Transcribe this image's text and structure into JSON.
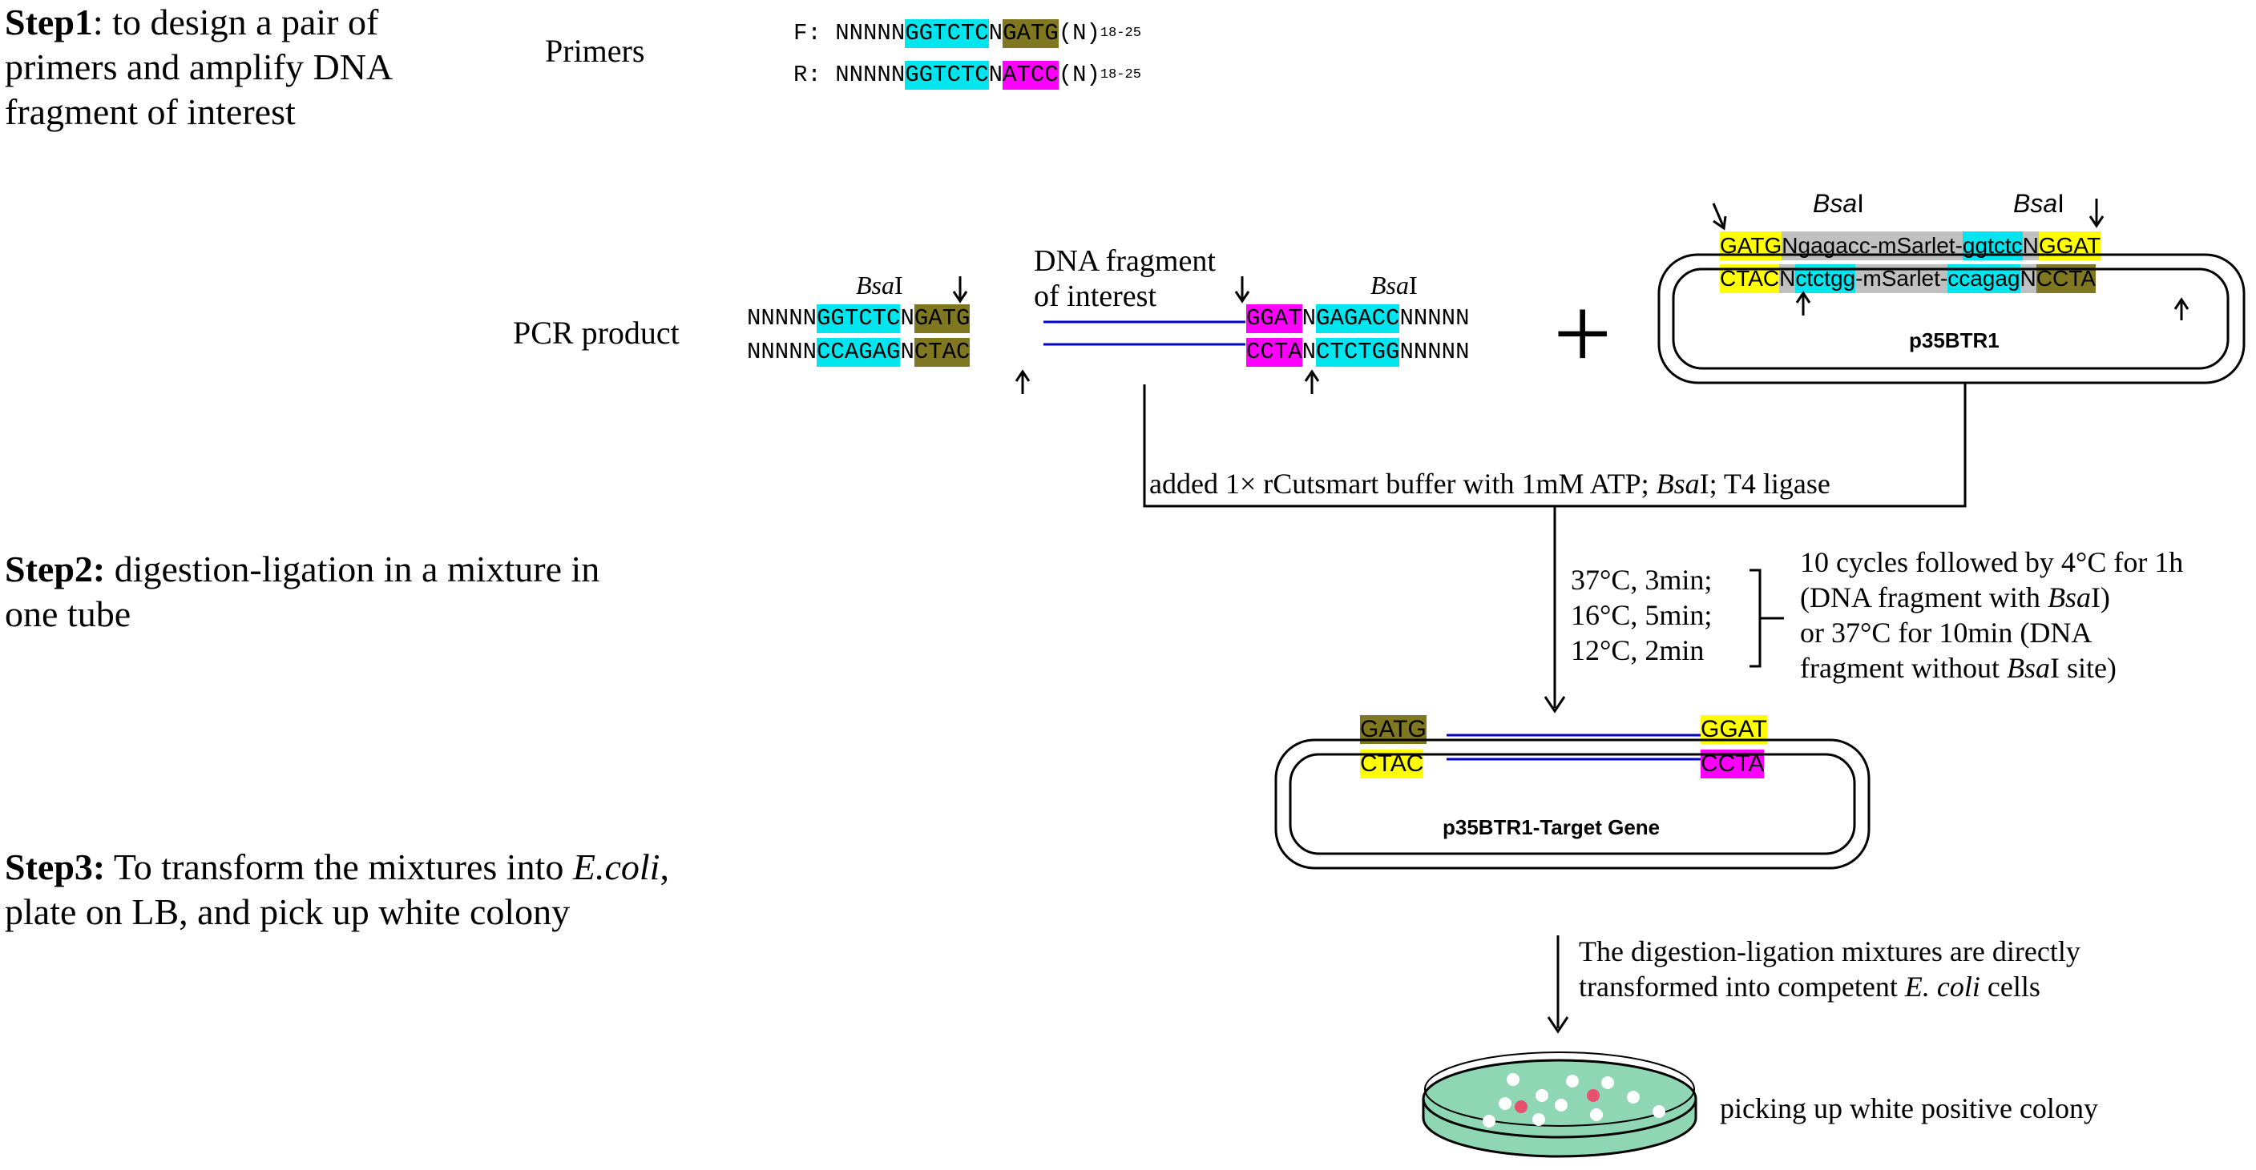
{
  "steps": {
    "step1_label": "Step1",
    "step1_text_line1": ": to design a pair of",
    "step1_text_line2": "primers and amplify DNA",
    "step1_text_line3": "fragment of interest",
    "step2_label": "Step2:",
    "step2_text_line1": " digestion-ligation in a mixture in",
    "step2_text_line2": "one tube",
    "step3_label": "Step3:",
    "step3_text_line1a": " To transform the mixtures into ",
    "step3_text_line1b": "E.coli",
    "step3_text_line1c": ",",
    "step3_text_line2": "plate on LB, and pick up white colony"
  },
  "primers": {
    "label": "Primers",
    "forward": {
      "prefix": "F: NNNNN",
      "site": "GGTCTC",
      "n": "N",
      "overhang": "GATG",
      "tail": "(N)",
      "sub": "18-25"
    },
    "reverse": {
      "prefix": "R: NNNNN",
      "site": "GGTCTC",
      "n": "N",
      "overhang": "ATCC",
      "tail": "(N)",
      "sub": "18-25"
    }
  },
  "pcr": {
    "label": "PCR product",
    "bsai_left": "Bsa",
    "bsai_left_suffix": "I",
    "fragment_label_line1": "DNA fragment",
    "fragment_label_line2": "of interest",
    "bsai_right": "Bsa",
    "bsai_right_suffix": "I",
    "top_left": {
      "n5": "NNNNN",
      "site": "GGTCTC",
      "n": "N",
      "overhang": "GATG"
    },
    "bottom_left": {
      "n5": "NNNNN",
      "site": "CCAGAG",
      "n": "N",
      "overhang": "CTAC"
    },
    "top_right": {
      "overhang": "GGAT",
      "n": "N",
      "site": "GAGACC",
      "n5": "NNNNN"
    },
    "bottom_right": {
      "overhang": "CCTA",
      "n": "N",
      "site": "CTCTGG",
      "n5": "NNNNN"
    }
  },
  "plus": "+",
  "vector": {
    "name": "p35BTR1",
    "bsai_1": "Bsa",
    "bsai_1_suffix": "I",
    "bsai_2": "Bsa",
    "bsai_2_suffix": "I",
    "top": {
      "o1": "GATG",
      "n1": "N",
      "s1": "gagacc",
      "mid": "-mSarlet-",
      "s2": "ggtctc",
      "n2": "N",
      "o2": "GGAT"
    },
    "bottom": {
      "o1": "CTAC",
      "n1": "N",
      "s1": "ctctgg",
      "mid": "-mSarlet-",
      "s2": "ccagag",
      "n2": "N",
      "o2": "CCTA"
    }
  },
  "reaction": {
    "buffer_text_a": "added 1× rCutsmart buffer with 1mM ATP; ",
    "buffer_text_b": "Bsa",
    "buffer_text_c": "I; T4 ligase",
    "cycle_1": "37°C, 3min;",
    "cycle_2": "16°C, 5min;",
    "cycle_3": "12°C, 2min",
    "cycle_note_line1": "10 cycles followed by 4°C for 1h",
    "cycle_note_line2a": "(DNA fragment with ",
    "cycle_note_line2b": "Bsa",
    "cycle_note_line2c": "I)",
    "cycle_note_line3": "or 37°C for 10min (DNA",
    "cycle_note_line4a": "fragment without ",
    "cycle_note_line4b": "Bsa",
    "cycle_note_line4c": "I site)"
  },
  "product": {
    "name": "p35BTR1-Target Gene",
    "left_top": "GATG",
    "left_bottom": "CTAC",
    "right_top": "GGAT",
    "right_bottom": "CCTA"
  },
  "transform": {
    "line1": "The digestion-ligation mixtures are directly",
    "line2a": "transformed into competent ",
    "line2b": "E. coli",
    "line2c": " cells"
  },
  "plate": {
    "label": "picking up white positive colony"
  },
  "colors": {
    "cyan": "#00e5ee",
    "olive": "#807820",
    "magenta": "#ff00ff",
    "yellow": "#ffff00",
    "gray": "#c0c0c0",
    "blue_line": "#0000cc",
    "plate_fill": "#8fd6b4",
    "colony_red": "#e85070"
  }
}
